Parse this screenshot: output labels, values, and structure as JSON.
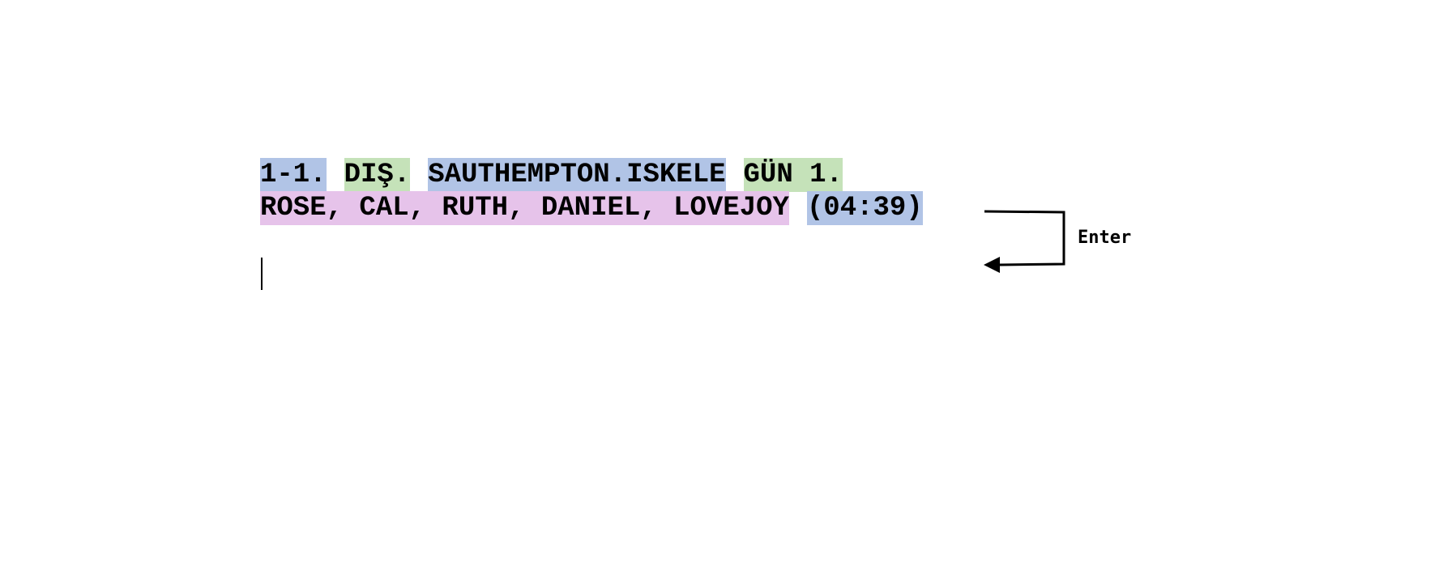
{
  "document": {
    "lines": [
      {
        "segments": [
          {
            "text": "1-1.",
            "color": "#b1c4e6"
          },
          {
            "text": "DIŞ.",
            "color": "#c5e2b9"
          },
          {
            "text": "SAUTHEMPTON.ISKELE",
            "color": "#b1c4e6"
          },
          {
            "text": "GÜN 1.",
            "color": "#c5e2b9"
          }
        ]
      },
      {
        "segments": [
          {
            "text": "ROSE, CAL, RUTH, DANIEL, LOVEJOY",
            "color": "#e6c3ea"
          },
          {
            "text": "(04:39)",
            "color": "#b1c4e6"
          }
        ]
      }
    ]
  },
  "annotation": {
    "label": "Enter",
    "icon": "enter-return-arrow-icon"
  }
}
